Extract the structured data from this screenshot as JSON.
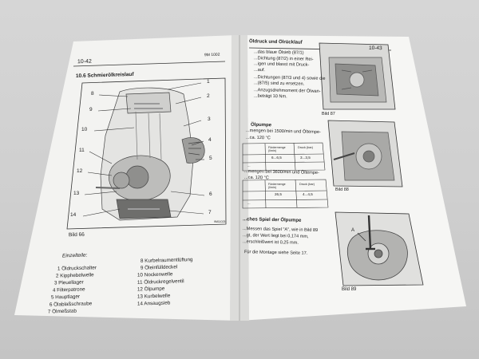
{
  "left_page": {
    "page_number": "10-42",
    "header_right": "9M 1002",
    "section_title": "10.6  Schmierölkreislauf",
    "figure_callouts": [
      "1",
      "2",
      "3",
      "4",
      "5",
      "6",
      "7",
      "8",
      "9",
      "10",
      "11",
      "12",
      "13",
      "14"
    ],
    "figure_code": "9M11023",
    "figure_caption": "Bild 66",
    "parts_heading": "Einzelteile:",
    "parts_left": [
      "1  Öldruckschalter",
      "2  Kipphebelwelle",
      "3  Pleuellager",
      "4  Filterpatrone",
      "5  Hauptlager",
      "6  Ölablaßschraube",
      "7  Ölmeßstab"
    ],
    "parts_right": [
      "8  Kurbelraumentlüftung",
      "9  Öleinfülldeckel",
      "10  Nockenwelle",
      "11  Öldruckregelventil",
      "12  Ölpumpe",
      "13  Kurbelwelle",
      "14  Ansaugsieb"
    ]
  },
  "right_page": {
    "page_number": "10-43",
    "section_title": "Öldruck und Ölrücklauf",
    "text_block_1": [
      "...das blaue Ölsieb (87/1)",
      "...Dichtung (87/2) in einer Rei-",
      "...igen und blasst mit Druck-",
      "...auf.",
      "...Dichtungen (87/3 und 4) sowie die",
      "...(87/5) sind zu ersetzen.",
      "...Anzugsdrehmoment der Ölwan-",
      "...beträgt 10 Nm."
    ],
    "figure_87_caption": "Bild 87",
    "oil_pump_heading": "Ölpumpe",
    "pump_text_1": [
      "...mengen bei 1500/min und Öltempe-",
      "...ca. 120 °C"
    ],
    "table_1": {
      "headers": [
        "",
        "Fördermenge (l/min)",
        "Druck (bar)"
      ],
      "rows": [
        [
          "",
          "6...6,5",
          "3...3,5"
        ],
        [
          "...",
          "",
          ""
        ]
      ]
    },
    "pump_text_2": [
      "...mengen bei 3600/min und Öltempe-",
      "...ca. 120 °C"
    ],
    "table_2": {
      "headers": [
        "",
        "Fördermenge (l/min)",
        "Druck (bar)"
      ],
      "rows": [
        [
          "",
          "26,5",
          "4...4,5"
        ],
        [
          "...",
          "",
          ""
        ]
      ]
    },
    "figure_88_caption": "Bild 88",
    "axial_heading": "...ches Spiel der Ölpumpe",
    "axial_text": [
      "...Messen das Spiel \"A\", wie in Bild 89",
      "...gt, der Wert liegt bei 0,174 mm,",
      "...erschleißwert ist 0,25 mm."
    ],
    "mount_text": "Für die Montage siehe Seite 17.",
    "figure_89_label": "A",
    "figure_89_caption": "Bild 89"
  }
}
